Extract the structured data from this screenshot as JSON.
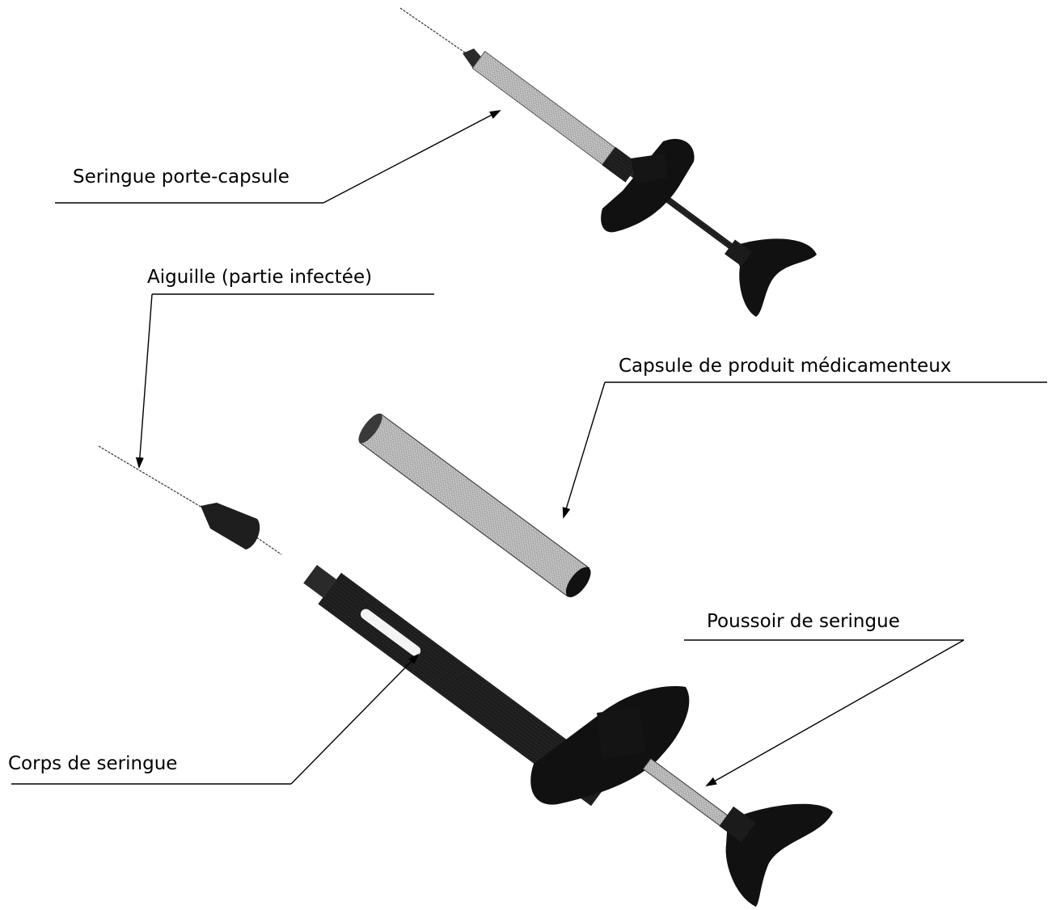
{
  "labels": {
    "holder_syringe": "Seringue porte-capsule",
    "needle": "Aiguille (partie infectée)",
    "capsule": "Capsule de produit médicamenteux",
    "plunger": "Poussoir de seringue",
    "body": "Corps de seringue"
  }
}
